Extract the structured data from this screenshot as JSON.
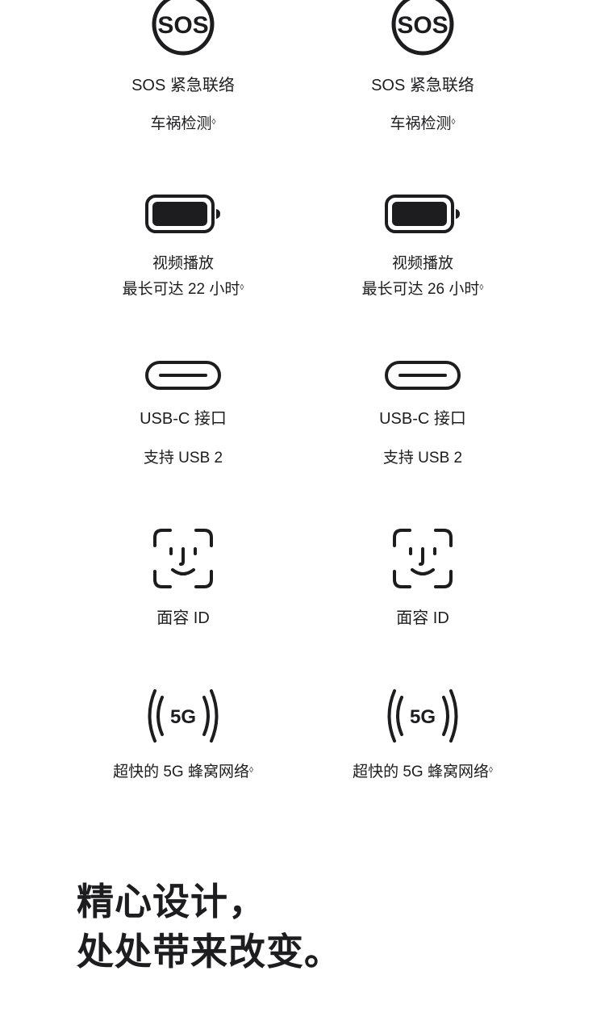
{
  "columns": [
    {
      "sos": {
        "title": "SOS 紧急联络",
        "sub": "车祸检测",
        "sup": "◊",
        "icon_text": "SOS"
      },
      "battery": {
        "line1": "视频播放",
        "line2": "最长可达 22 小时",
        "sup": "◊"
      },
      "usb": {
        "title": "USB-C 接口",
        "sub": "支持 USB 2"
      },
      "faceid": {
        "title": "面容 ID"
      },
      "cellular": {
        "title": "超快的 5G 蜂窝网络",
        "sup": "◊",
        "icon_text": "5G"
      }
    },
    {
      "sos": {
        "title": "SOS 紧急联络",
        "sub": "车祸检测",
        "sup": "◊",
        "icon_text": "SOS"
      },
      "battery": {
        "line1": "视频播放",
        "line2": "最长可达 26 小时",
        "sup": "◊"
      },
      "usb": {
        "title": "USB-C 接口",
        "sub": "支持 USB 2"
      },
      "faceid": {
        "title": "面容 ID"
      },
      "cellular": {
        "title": "超快的 5G 蜂窝网络",
        "sup": "◊",
        "icon_text": "5G"
      }
    }
  ],
  "headline": {
    "line1": "精心设计，",
    "line2": "处处带来改变。"
  },
  "icons": [
    "sos-icon",
    "battery-icon",
    "usb-c-icon",
    "face-id-icon",
    "5g-icon"
  ]
}
